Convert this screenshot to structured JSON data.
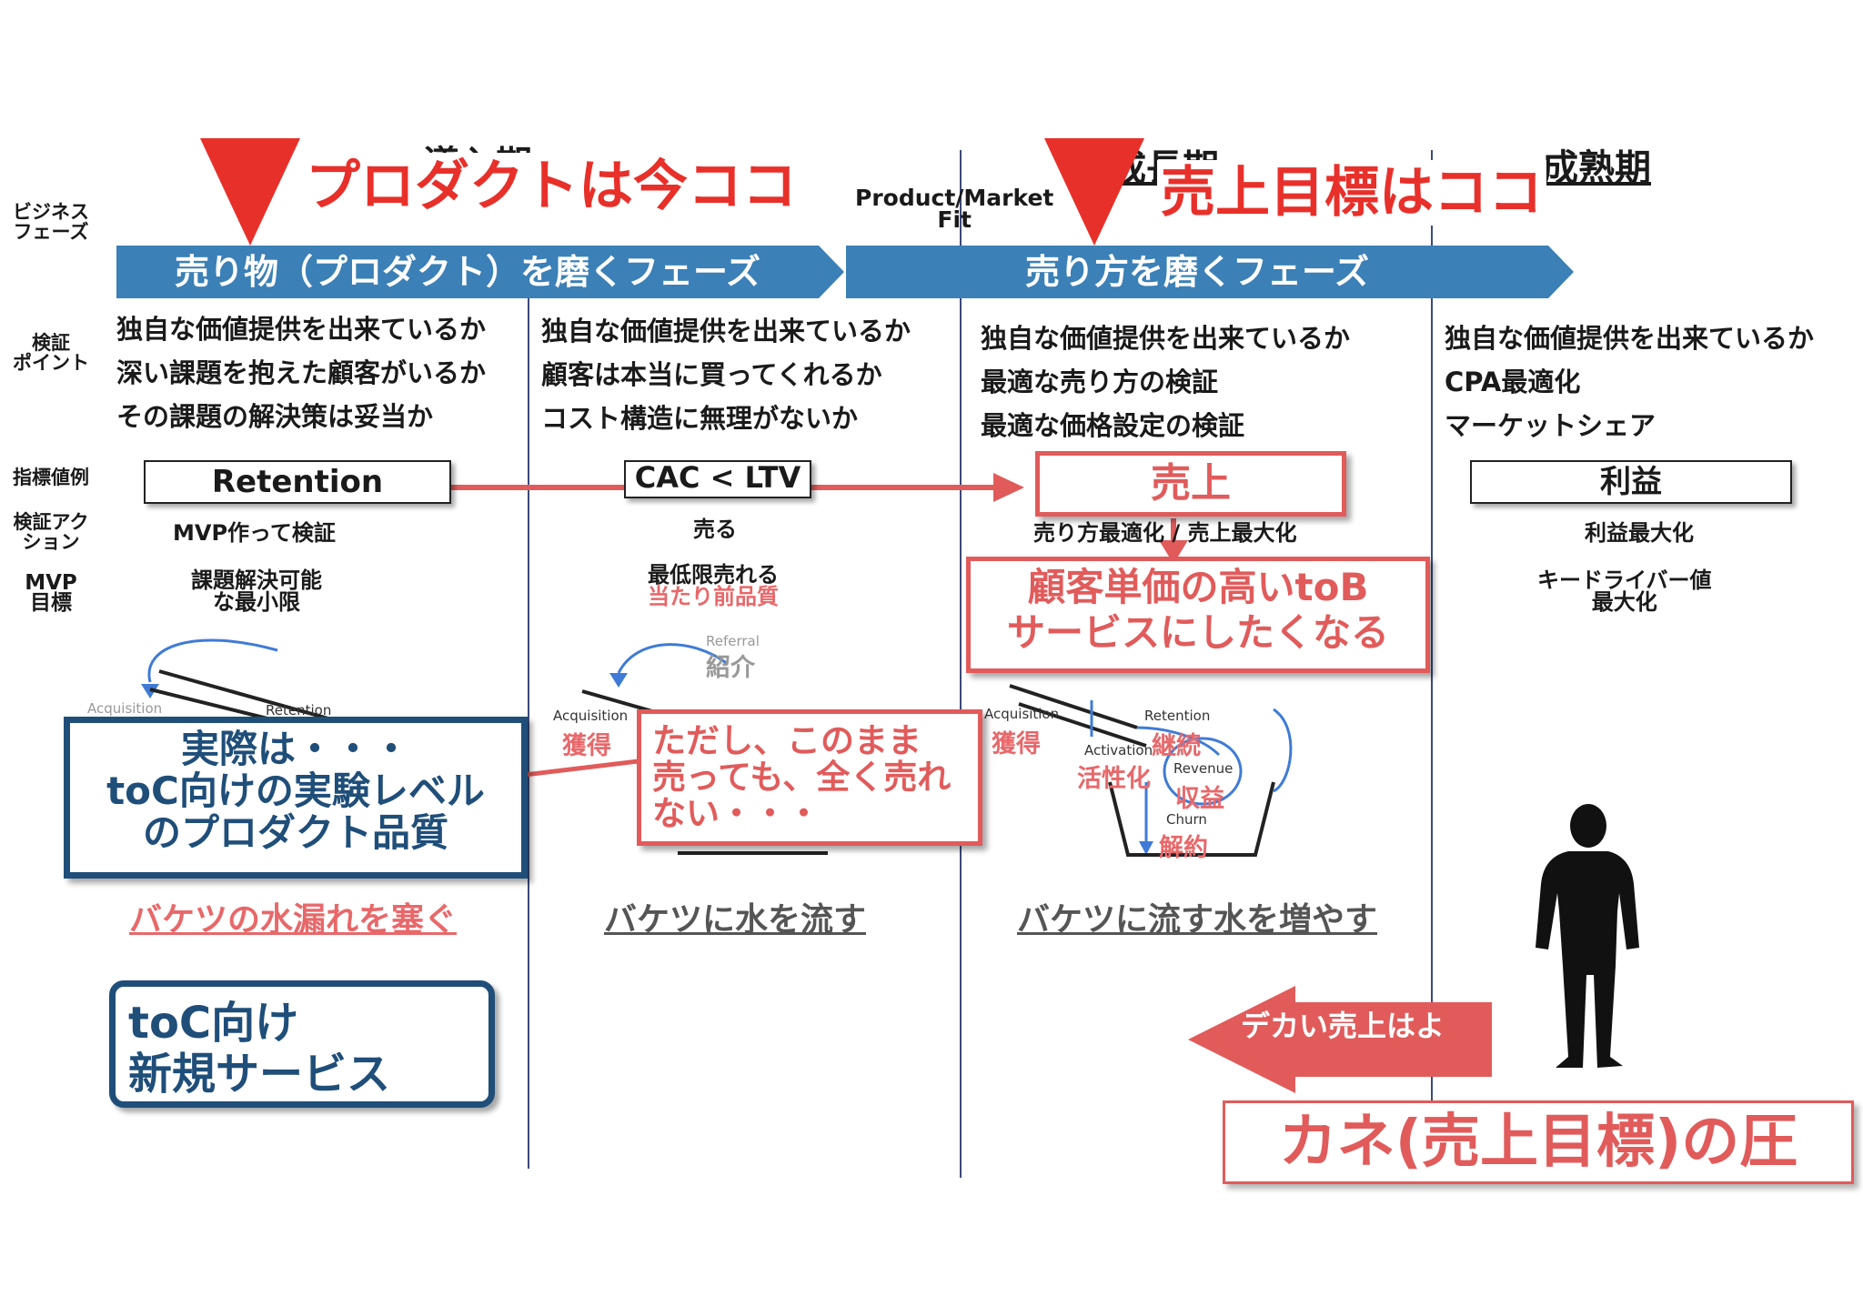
{
  "phases": {
    "intro": "導入期",
    "growth": "成長期",
    "mature": "成熟期",
    "pmf_line1": "Product/Market",
    "pmf_line2": "Fit",
    "fit_small": "Fit"
  },
  "row_labels": {
    "business_phase": [
      "ビジネス",
      "フェーズ"
    ],
    "verification_point": [
      "検証",
      "ポイント"
    ],
    "metric_example": "指標値例",
    "verification_action": [
      "検証アク",
      "ション"
    ],
    "mvp_goal": [
      "MVP",
      "目標"
    ]
  },
  "banners": {
    "left": "売り物（プロダクト）を磨くフェーズ",
    "right": "売り方を磨くフェーズ"
  },
  "callouts": {
    "product_now": "プロダクトは今ココ",
    "sales_target": "売上目標はココ"
  },
  "verification": {
    "col1": [
      "独自な価値提供を出来ているか",
      "深い課題を抱えた顧客がいるか",
      "その課題の解決策は妥当か"
    ],
    "col2": [
      "独自な価値提供を出来ているか",
      "顧客は本当に買ってくれるか",
      "コスト構造に無理がないか"
    ],
    "col3": [
      "独自な価値提供を出来ているか",
      "最適な売り方の検証",
      "最適な価格設定の検証"
    ],
    "col4": [
      "独自な価値提供を出来ているか",
      "CPA最適化",
      "マーケットシェア"
    ]
  },
  "metrics": {
    "col1": "Retention",
    "col2": "CAC < LTV",
    "col3": "売上",
    "col4": "利益"
  },
  "actions": {
    "col1": "MVP作って検証",
    "col2": "売る",
    "col3": "売り方最適化 / 売上最大化",
    "col4": "利益最大化"
  },
  "mvp": {
    "col1": [
      "課題解決可能",
      "な最小限"
    ],
    "col2_black": "最低限売れる",
    "col2_red": "当たり前品質",
    "col4": [
      "キードライバー値",
      "最大化"
    ]
  },
  "funnel": {
    "acquisition": "Acquisition",
    "retention": "Retention",
    "referral": "Referral",
    "activation": "Activation",
    "revenue": "Revenue",
    "churn": "Churn",
    "jp_referral": "紹介",
    "jp_acquisition": "獲得",
    "jp_retention": "継続",
    "jp_activation": "活性化",
    "jp_revenue": "収益",
    "jp_churn": "解約"
  },
  "boxes": {
    "tob": [
      "顧客単価の高いtoB",
      "サービスにしたくなる"
    ],
    "actual": [
      "実際は・・・",
      "toC向けの実験レベル",
      "のプロダクト品質"
    ],
    "warning": [
      "ただし、このまま",
      "売っても、全く売れ",
      "ない・・・"
    ],
    "toc_new": [
      "toC向け",
      "新規サービス"
    ],
    "money": "カネ(売上目標)の圧",
    "big_sales": "デカい売上はよ"
  },
  "buckets": {
    "col1": "バケツの水漏れを塞ぐ",
    "col2": "バケツに水を流す",
    "col3": "バケツに流す水を増やす"
  },
  "colors": {
    "banner": "#3b80b6",
    "red": "#e8302a",
    "salmon": "#e15b5b",
    "navy": "#1f4e79",
    "arrow_blue": "#3f7bd6"
  }
}
